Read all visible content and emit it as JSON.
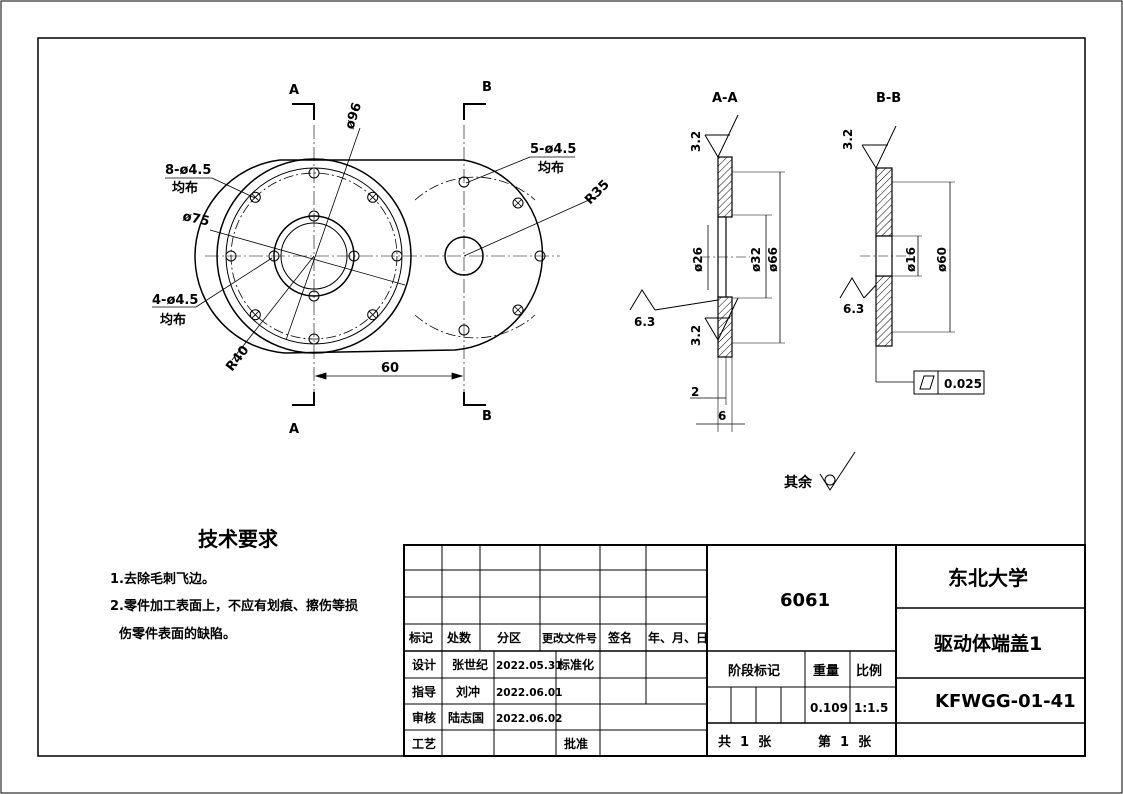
{
  "drawing": {
    "section_a_label": "A",
    "section_b_label": "B",
    "view_aa_title": "A-A",
    "view_bb_title": "B-B",
    "dims": {
      "d96": "ø96",
      "d75": "ø75",
      "r40": "R40",
      "r35": "R35",
      "center_distance": "60",
      "holes_8": "8-ø4.5",
      "holes_4": "4-ø4.5",
      "holes_5": "5-ø4.5",
      "uniform": "均布",
      "d26": "ø26",
      "d32": "ø32",
      "d66": "ø66",
      "d16": "ø16",
      "d60": "ø60",
      "t2": "2",
      "t6": "6",
      "ra32_a": "3.2",
      "ra32_b": "3.2",
      "ra32_c": "3.2",
      "ra63_a": "6.3",
      "ra63_b": "6.3",
      "flatness": "0.025",
      "rest_surface": "其余"
    },
    "tech_title": "技术要求",
    "tech_notes": [
      "1.去除毛刺飞边。",
      "2.零件加工表面上，不应有划痕、擦伤等损",
      "  伤零件表面的缺陷。"
    ]
  },
  "title_block": {
    "headers": [
      "标记",
      "处数",
      "分区",
      "更改文件号",
      "签名",
      "年、月、日"
    ],
    "rows": [
      {
        "role": "设计",
        "name": "张世纪",
        "date": "2022.05.31",
        "extra": "标准化"
      },
      {
        "role": "指导",
        "name": "刘冲",
        "date": "2022.06.01",
        "extra": ""
      },
      {
        "role": "审核",
        "name": "陆志国",
        "date": "2022.06.02",
        "extra": ""
      },
      {
        "role": "工艺",
        "name": "",
        "date": "",
        "extra": "批准"
      }
    ],
    "material": "6061",
    "stage_label": "阶段标记",
    "weight_label": "重量",
    "scale_label": "比例",
    "weight": "0.109",
    "scale": "1:1.5",
    "sheets_total": "共  1  张",
    "sheet_no": "第  1  张",
    "university": "东北大学",
    "part_name": "驱动体端盖1",
    "drawing_no": "KFWGG-01-41"
  }
}
